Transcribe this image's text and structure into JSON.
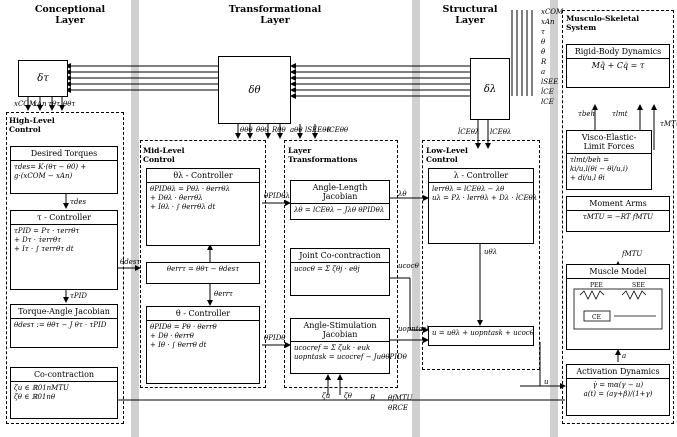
{
  "layers": {
    "conceptional": "Conceptional\nLayer",
    "transformational": "Transformational\nLayer",
    "structural": "Structural\nLayer",
    "musculo": "Musculo-Skeletal\nSystem"
  },
  "sections": {
    "high_level": "High-Level\nControl",
    "mid_level": "Mid-Level\nControl",
    "layer_transformations": "Layer\nTransformations",
    "low_level": "Low-Level\nControl"
  },
  "blocks": {
    "delta_tau": "δτ",
    "delta_theta": "δθ",
    "delta_lambda": "δλ",
    "desired_torques": {
      "title": "Desired Torques",
      "eq1": "τdes= K·(θτ − θ0) +",
      "eq2": "g·(xCOM − xAn)"
    },
    "tau_controller": {
      "title": "τ - Controller",
      "eq1": "τPID = Pτ · τerrθτ",
      "eq2": "+ Dτ · τ̇errθτ",
      "eq3": "+ Iτ · ∫ τerrθτ dt"
    },
    "torque_angle": {
      "title": "Torque-Angle Jacobian",
      "eq1": "θdesτ := θθτ − J θτ · τPID"
    },
    "cocontraction": {
      "title": "Co-contraction",
      "eq1": "ζu ∈ ℝ01nMTU",
      "eq2": "ζθ ∈ ℝ01nθ"
    },
    "theta_lambda_ctrl": {
      "title": "θλ - Controller",
      "eq1": "θPIDθλ = Pθλ · θerrθλ",
      "eq2": "+ Dθλ · θ̇errθλ",
      "eq3": "+ Iθλ · ∫ θerrθλ dt"
    },
    "theta_err": {
      "eq1": "θerrτ = θθτ − θdesτ"
    },
    "theta_ctrl": {
      "title": "θ - Controller",
      "eq1": "θPIDθ = Pθ · θerrθ",
      "eq2": "+ Dθ · θ̇errθ",
      "eq3": "+ Iθ · ∫ θerrθ dt"
    },
    "angle_length": {
      "title": "Angle-Length Jacobian",
      "eq1": "λθ = lCEθλ − Jλθ θPIDθλ"
    },
    "joint_cocontraction": {
      "title": "Joint Co-contraction",
      "eq1": "ucocθ = Σ ζθj · eθj"
    },
    "angle_stimulation": {
      "title": "Angle-Stimulation",
      "title2": "Jacobian",
      "eq1": "ucocref = Σ ζuk · euk",
      "eq2": "uopntask = ucocref − JuθθPIDθ"
    },
    "lambda_ctrl": {
      "title": "λ - Controller",
      "eq1": "lerrθλ = lCEθλ − λθ",
      "eq2": "uλ = Pλ · lerrθλ + Dλ · l̇CEθλ"
    },
    "sum_u": {
      "eq1": "u = uθλ + uopntask + ucocθ"
    },
    "rigid_body": {
      "title": "Rigid-Body Dynamics",
      "eq1": "Mq̈ + Cq̇ = τ"
    },
    "visco": {
      "title": "Visco-Elastic-",
      "title2": "Limit Forces",
      "eq1": "τlmt/beh =",
      "eq2": "ki/u,l(θi − θl/u,i)",
      "eq3": "+ di/u,l θ̇i"
    },
    "moment_arms": {
      "title": "Moment Arms",
      "eq1": "τMTU = −RT fMTU"
    },
    "muscle_model": {
      "title": "Muscle Model",
      "pee": "PEE",
      "see": "SEE",
      "ce": "CE"
    },
    "activation": {
      "title": "Activation Dynamics",
      "eq1": "γ̇ = mα(γ − u)",
      "eq2": "a(t) = (aγ+β)/(1+γ)"
    }
  },
  "signals": {
    "right_bus": [
      "xCOM",
      "xAn",
      "τ",
      "θ",
      "θ̇",
      "R",
      "a",
      "lSEE",
      "l̇CE",
      "lCE"
    ],
    "under_dtau": [
      "xCOM",
      "xAn",
      "τθτ",
      "θθτ"
    ],
    "under_dtheta": [
      "θθθ",
      "θ̇θθ",
      "Rθθ",
      "aθθ",
      "lSEEθθ",
      "lCEθθ"
    ],
    "under_dlambda": [
      "l̇CEθλ",
      "lCEθλ"
    ],
    "tau_des": "τdes",
    "tau_pid": "τPID",
    "theta_des": "θdesτ",
    "theta_err_lbl": "θerrτ",
    "theta_pid_lambda": "θPIDθλ",
    "theta_pid": "θPIDθ",
    "lambda_theta": "λθ",
    "u_theta_lambda": "uθλ",
    "u_coc": "ucocθ",
    "u_opn": "uopntask",
    "u": "u",
    "a": "a",
    "f_mtu": "fMTU",
    "tau_mtu": "τMTU",
    "tau_beh": "τbeh",
    "tau_lmt": "τlmt",
    "zeta_u": "ζu",
    "zeta_theta": "ζθ",
    "R_sig": "R",
    "theta_f_mtu": "θfMTU",
    "theta_R_ce": "θRCE"
  }
}
